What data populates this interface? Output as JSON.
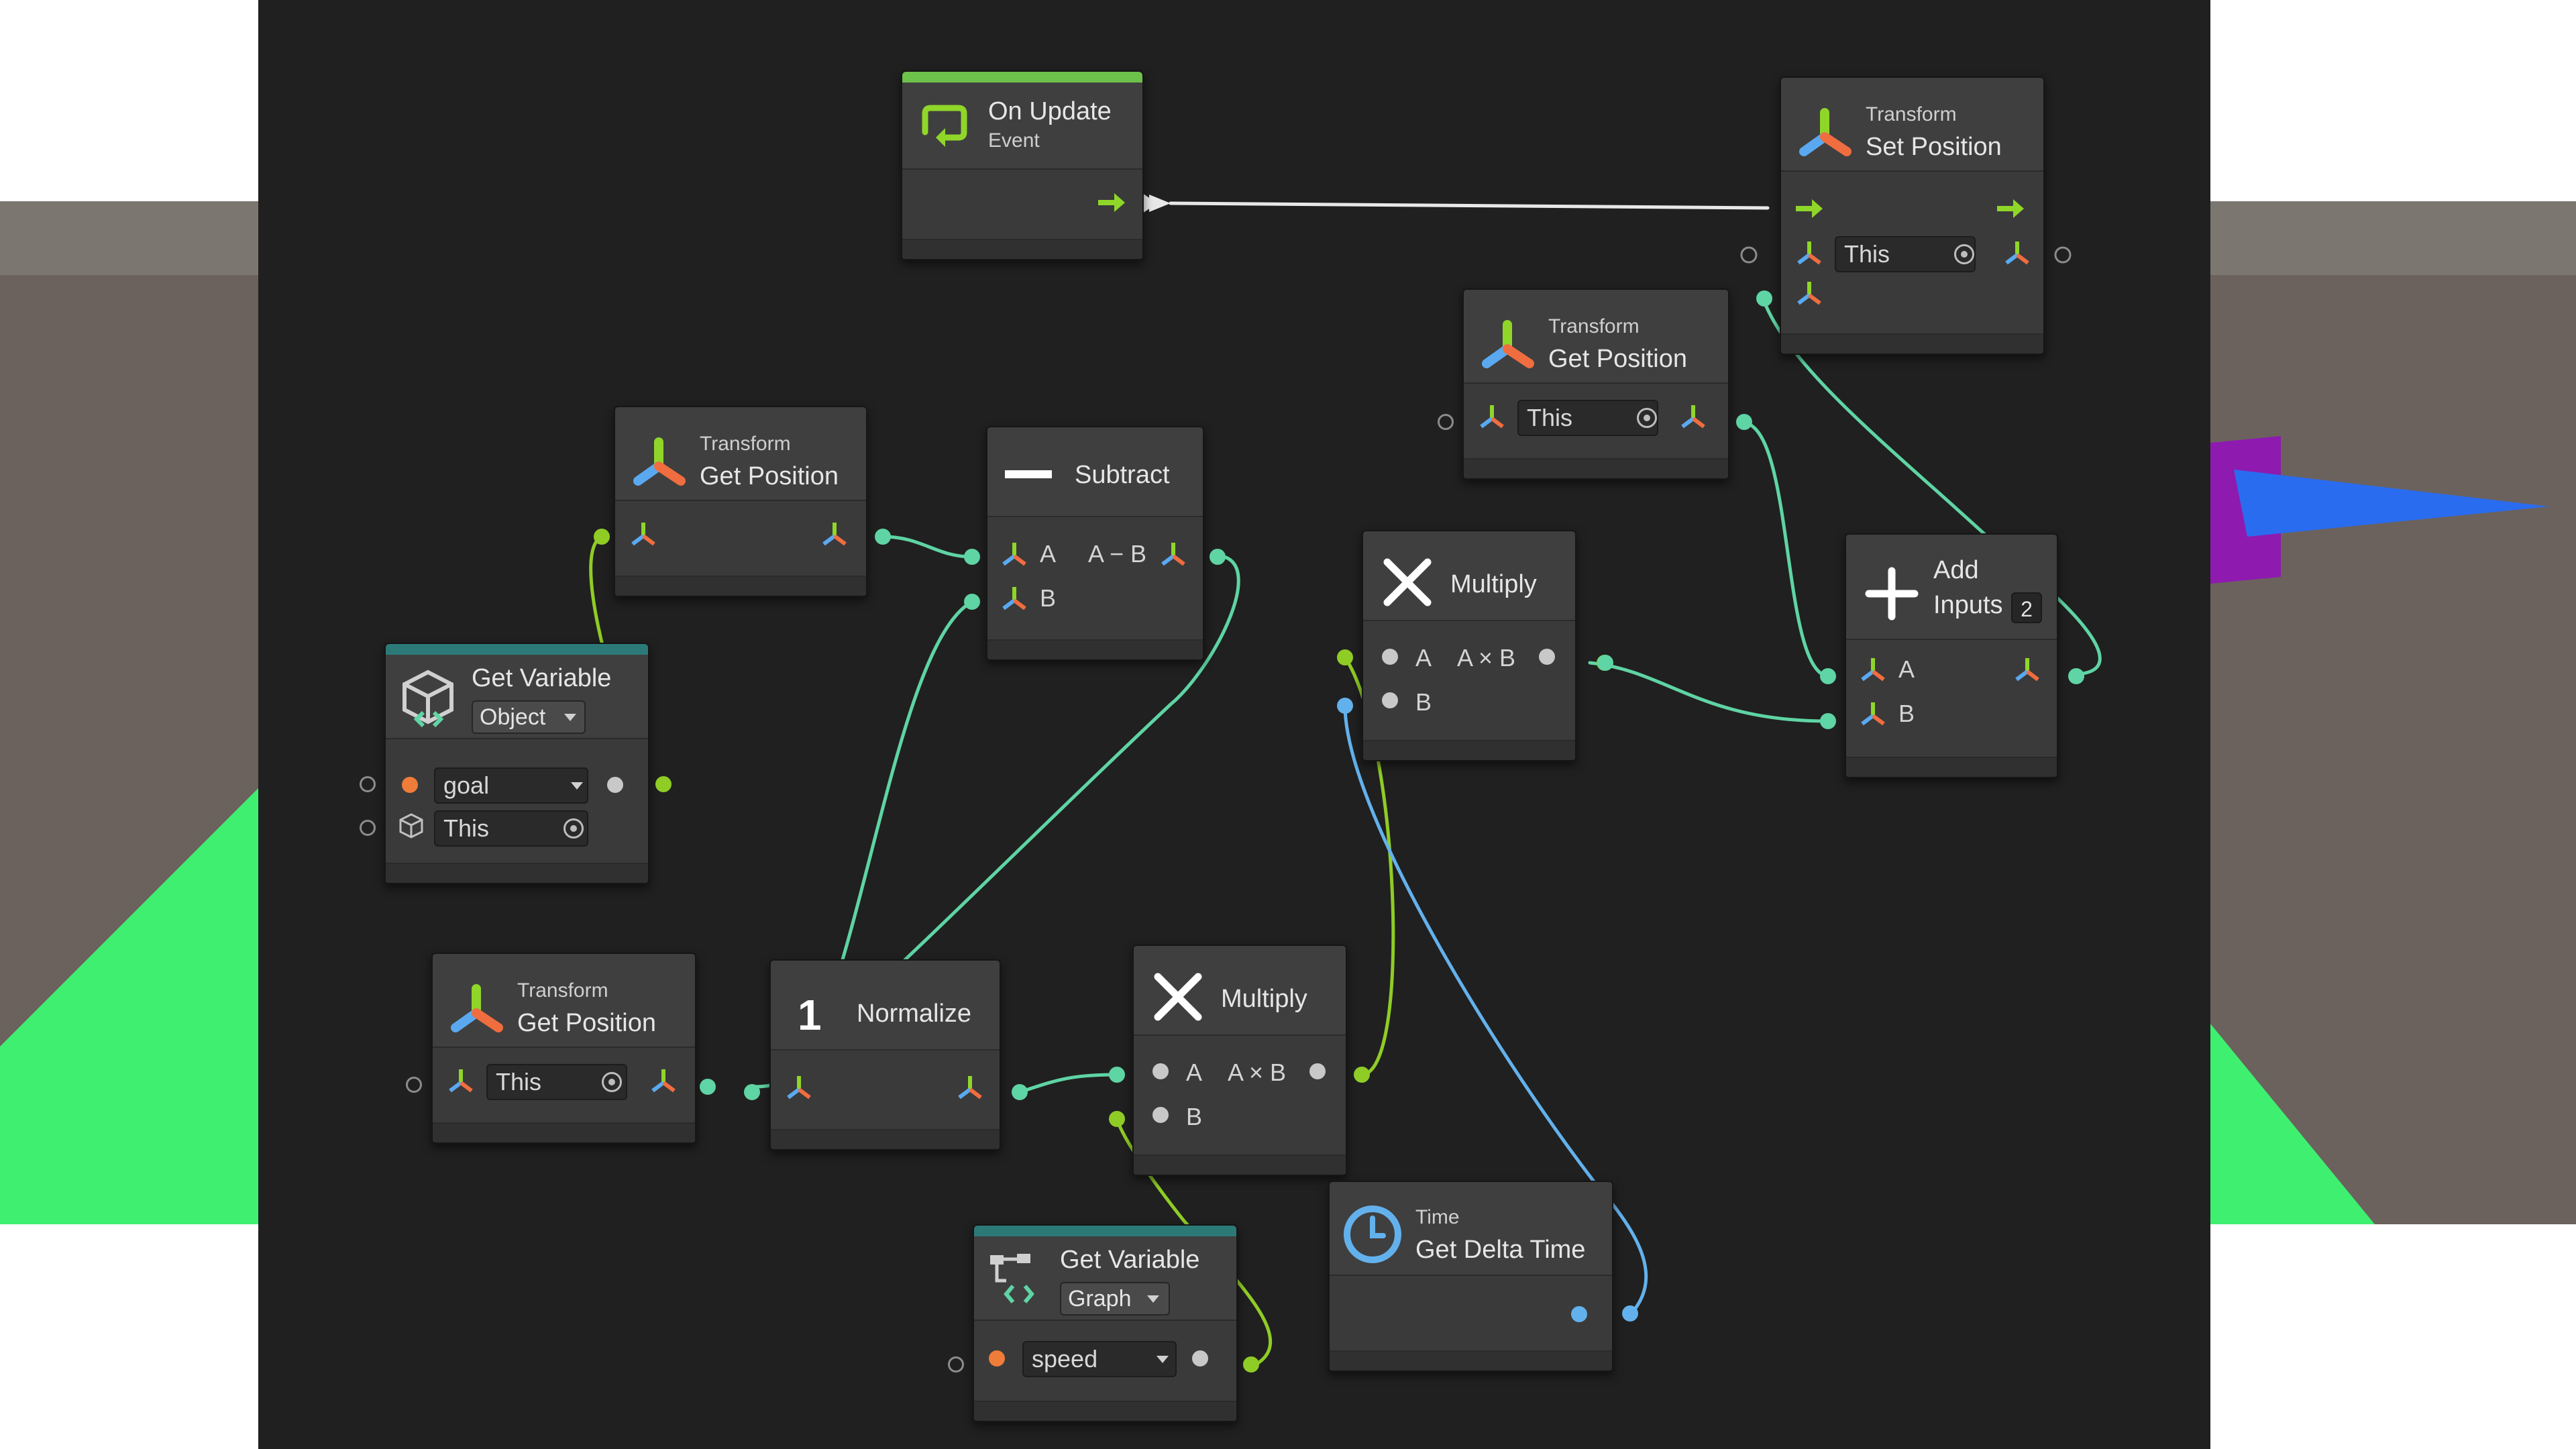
{
  "colors": {
    "canvas": "#202020",
    "node_body": "#3a3a3a",
    "control_flow": "#8fd629",
    "vector3_wire": "#5fd4a4",
    "float_wire": "#8fcc26",
    "delta_time_wire": "#63b1ec",
    "scene_ground": "#3ff070",
    "scene_wall": "#6b625d",
    "scene_object_magenta": "#8e1ab0",
    "scene_object_blue": "#2a6cf0"
  },
  "nodes": {
    "on_update": {
      "title": "On Update",
      "subtitle": "Event",
      "icon": "loop-arrow-icon"
    },
    "set_position": {
      "category": "Transform",
      "title": "Set Position",
      "target_value": "This",
      "icon": "transform-axes-icon"
    },
    "get_position_top": {
      "category": "Transform",
      "title": "Get Position",
      "target_value": "This",
      "icon": "transform-axes-icon"
    },
    "get_position_left": {
      "category": "Transform",
      "title": "Get Position",
      "icon": "transform-axes-icon"
    },
    "subtract": {
      "title": "Subtract",
      "port_a": "A",
      "port_b": "B",
      "operation": "A − B",
      "icon": "minus-icon"
    },
    "multiply_top": {
      "title": "Multiply",
      "port_a": "A",
      "port_b": "B",
      "operation": "A × B",
      "icon": "times-icon"
    },
    "add": {
      "title": "Add",
      "inputs_label": "Inputs",
      "inputs_count": "2",
      "port_a": "A",
      "port_b": "B",
      "icon": "plus-icon"
    },
    "get_variable_object": {
      "title": "Get Variable",
      "kind": "Object",
      "name_value": "goal",
      "target_value": "This",
      "icon": "object-cube-icon"
    },
    "get_position_bottom": {
      "category": "Transform",
      "title": "Get Position",
      "target_value": "This",
      "icon": "transform-axes-icon"
    },
    "normalize": {
      "title": "Normalize",
      "icon": "one-icon"
    },
    "multiply_bottom": {
      "title": "Multiply",
      "port_a": "A",
      "port_b": "B",
      "operation": "A × B",
      "icon": "times-icon"
    },
    "get_variable_graph": {
      "title": "Get Variable",
      "kind": "Graph",
      "name_value": "speed",
      "icon": "graph-variable-icon"
    },
    "time": {
      "category": "Time",
      "title": "Get Delta Time",
      "icon": "clock-icon"
    }
  }
}
